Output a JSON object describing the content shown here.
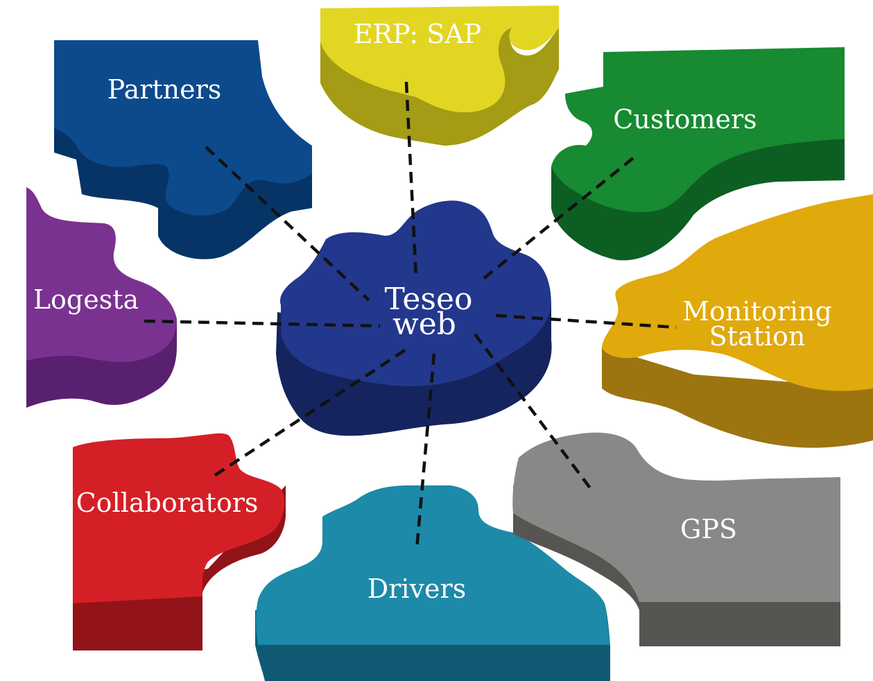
{
  "center": {
    "line1": "Teseo",
    "line2": "web",
    "color": "#22388c"
  },
  "pieces": {
    "erp": {
      "label": "ERP: SAP",
      "color": "#e2d623"
    },
    "partners": {
      "label": "Partners",
      "color": "#0c4a8c"
    },
    "customers": {
      "label": "Customers",
      "color": "#178a32"
    },
    "logesta": {
      "label": "Logesta",
      "color": "#7a3290"
    },
    "monitoring": {
      "line1": "Monitoring",
      "line2": "Station",
      "color": "#e0a90c"
    },
    "collaborators": {
      "label": "Collaborators",
      "color": "#d51f26"
    },
    "drivers": {
      "label": "Drivers",
      "color": "#1c8aa8"
    },
    "gps": {
      "label": "GPS",
      "color": "#8a8886"
    }
  }
}
